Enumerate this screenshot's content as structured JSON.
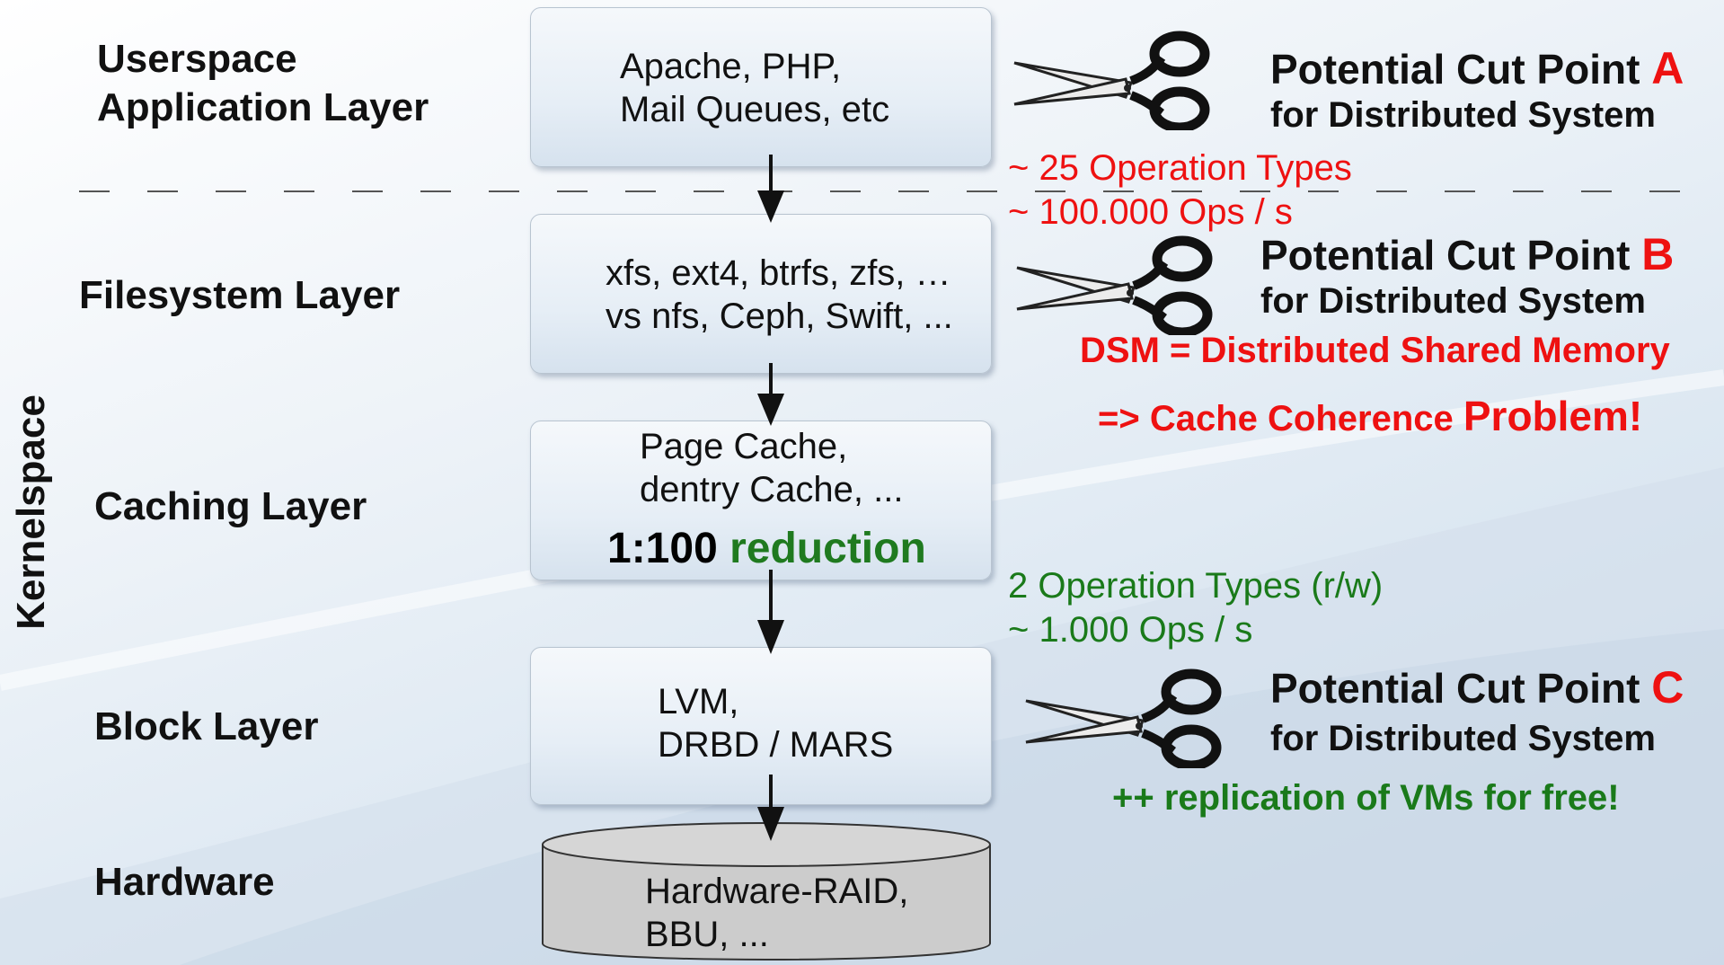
{
  "layers": {
    "userspace_line1": "Userspace",
    "userspace_line2": "Application Layer",
    "filesystem": "Filesystem Layer",
    "caching": "Caching Layer",
    "block": "Block Layer",
    "hardware": "Hardware",
    "kernelspace": "Kernelspace"
  },
  "boxes": {
    "app_line1": "Apache, PHP,",
    "app_line2": "Mail Queues, etc",
    "fs_line1": "xfs, ext4, btrfs, zfs, …",
    "fs_line2": "vs nfs, Ceph, Swift, ...",
    "cache_line1": "Page Cache,",
    "cache_line2": "dentry Cache, ...",
    "cache_ratio": "1:100",
    "cache_reduction": "reduction",
    "block_line1": "LVM,",
    "block_line2": "DRBD / MARS",
    "hw_line1": "Hardware-RAID,",
    "hw_line2": "BBU, ..."
  },
  "metrics": {
    "upper_types": "~ 25 Operation Types",
    "upper_ops": "~ 100.000 Ops / s",
    "lower_types": "2 Operation Types (r/w)",
    "lower_ops": "~ 1.000 Ops / s"
  },
  "cut_points": [
    {
      "title": "Potential Cut Point",
      "letter": "A",
      "subtitle": "for Distributed System"
    },
    {
      "title": "Potential Cut Point",
      "letter": "B",
      "subtitle": "for Distributed System"
    },
    {
      "title": "Potential Cut Point",
      "letter": "C",
      "subtitle": "for Distributed System"
    }
  ],
  "notes": {
    "dsm": "DSM = Distributed Shared Memory",
    "coherence_prefix": "=> Cache Coherence",
    "coherence_problem": "Problem!",
    "replication": "++ replication of VMs for free!"
  },
  "icons": {
    "scissors": "scissors-icon",
    "arrow": "down-arrow-icon"
  },
  "colors": {
    "red": "#ee1111",
    "green": "#1a7a1a",
    "box_fill": "#e6eef6"
  }
}
